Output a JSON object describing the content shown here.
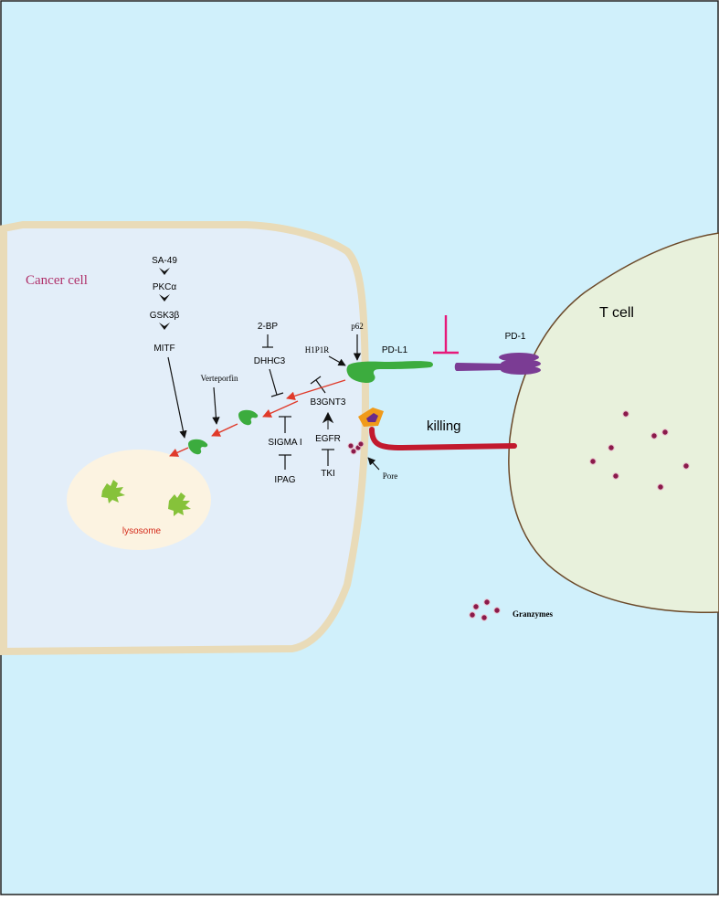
{
  "labels": {
    "cancer_cell": "Cancer cell",
    "t_cell": "T cell",
    "lysosome": "lysosome",
    "pd_l1": "PD-L1",
    "pd_1": "PD-1",
    "killing": "killing",
    "granzymes": "Granzymes",
    "pore": "Pore"
  },
  "pathway_left": {
    "sa49": "SA-49",
    "pkca": "PKCα",
    "gsk3b": "GSK3β",
    "mitf": "MITF",
    "verteporfin": "Verteporfin"
  },
  "pathway_middle": {
    "twobp": "2-BP",
    "dhhc3": "DHHC3",
    "sigma1": "SIGMA I",
    "ipag": "IPAG"
  },
  "pathway_right": {
    "h1p1r": "H1P1R",
    "p62": "p62",
    "b3gnt3": "B3GNT3",
    "egfr": "EGFR",
    "tki": "TKI"
  },
  "colors": {
    "background": "#d0f0fb",
    "cell_fill": "#e3eef9",
    "cell_border": "#e9dbb8",
    "t_cell_fill": "#e8f1dc",
    "lysosome_fill": "#fcf3e1",
    "pd_l1": "#3cac3e",
    "pd_1": "#7b3c94",
    "inhibition_magenta": "#e6197a",
    "killing_red": "#c21a2e",
    "granzyme": "#8a1a4a",
    "trafficking_arrow": "#e03a2a",
    "cancer_label": "#b0306a",
    "lysosome_label": "#d42a1a"
  }
}
